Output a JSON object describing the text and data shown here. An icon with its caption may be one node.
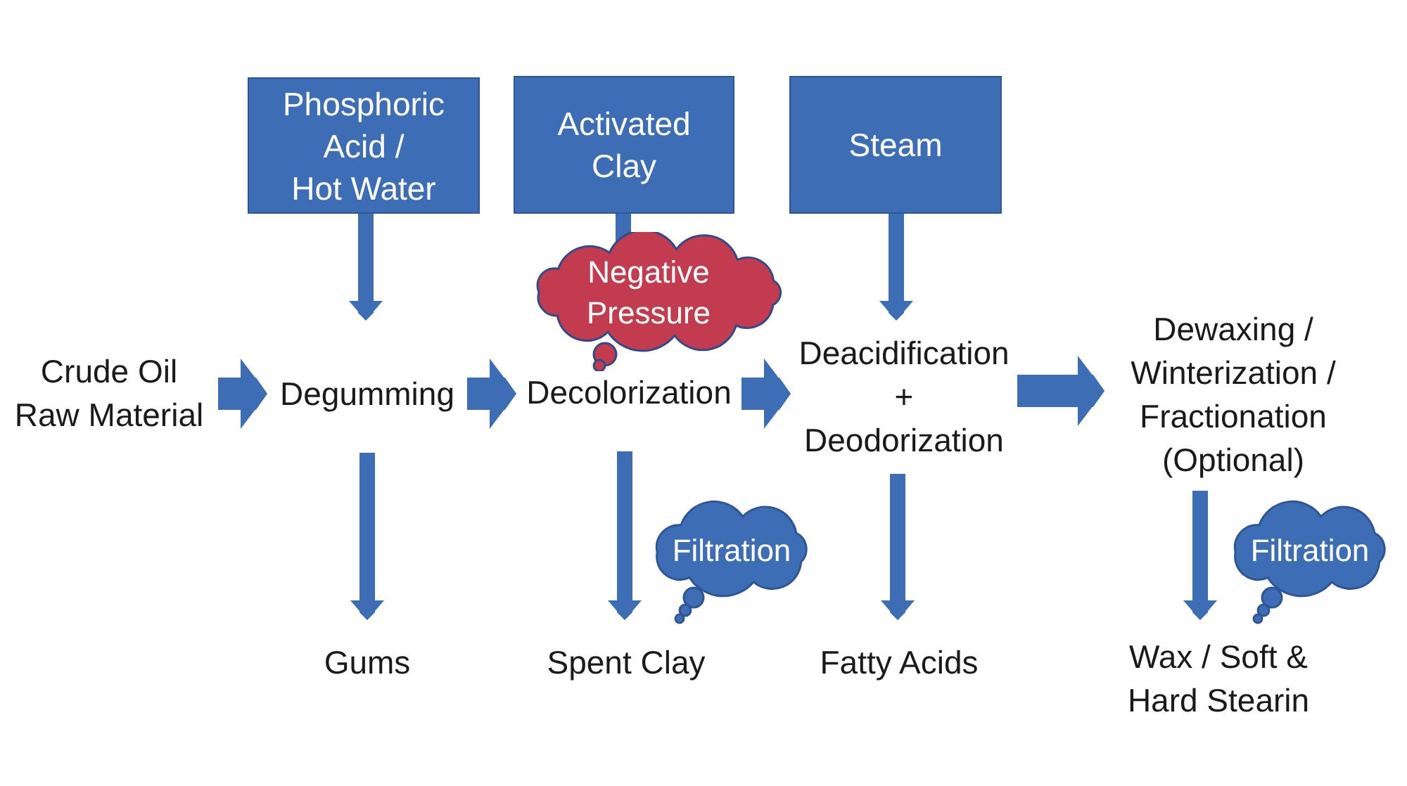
{
  "diagram": {
    "nodes": [
      {
        "text": [
          "Phosphoric Acid / Hot Water"
        ]
      },
      {
        "text": [
          "Activated Clay"
        ]
      },
      {
        "text": [
          "Steam"
        ]
      },
      {
        "text": [
          "Negative Pressure"
        ]
      },
      {
        "text": [
          "Crude Oil Raw Material"
        ]
      },
      {
        "text": [
          "Degumming"
        ]
      },
      {
        "text": [
          "Decolorization"
        ]
      },
      {
        "text": [
          "Deacidification + Deodorization"
        ]
      },
      {
        "text": [
          "Dewaxing / Winterization / Fractionation (Optional)"
        ]
      },
      {
        "text": [
          "Filtration"
        ]
      },
      {
        "text": [
          "Filtration"
        ]
      },
      {
        "text": [
          "Gums"
        ]
      },
      {
        "text": [
          "Spent Clay"
        ]
      },
      {
        "text": [
          "Fatty Acids"
        ]
      },
      {
        "text": [
          "Wax / Soft & Hard Stearin"
        ]
      }
    ],
    "edges": [
      {
        "from": 4,
        "to": 5,
        "arrow": "to",
        "style": "thick"
      },
      {
        "from": 5,
        "to": 6,
        "arrow": "to",
        "style": "thick"
      },
      {
        "from": 6,
        "to": 7,
        "arrow": "to",
        "style": "thick"
      },
      {
        "from": 7,
        "to": 8,
        "arrow": "to",
        "style": "thick"
      },
      {
        "from": 0,
        "to": 5,
        "arrow": "to"
      },
      {
        "from": 1,
        "to": 3,
        "arrow": "none"
      },
      {
        "from": 2,
        "to": 7,
        "arrow": "to"
      },
      {
        "from": 5,
        "to": 11,
        "arrow": "to"
      },
      {
        "from": 6,
        "to": 12,
        "arrow": "to"
      },
      {
        "from": 7,
        "to": 13,
        "arrow": "to"
      },
      {
        "from": 8,
        "to": 14,
        "arrow": "to"
      }
    ]
  }
}
